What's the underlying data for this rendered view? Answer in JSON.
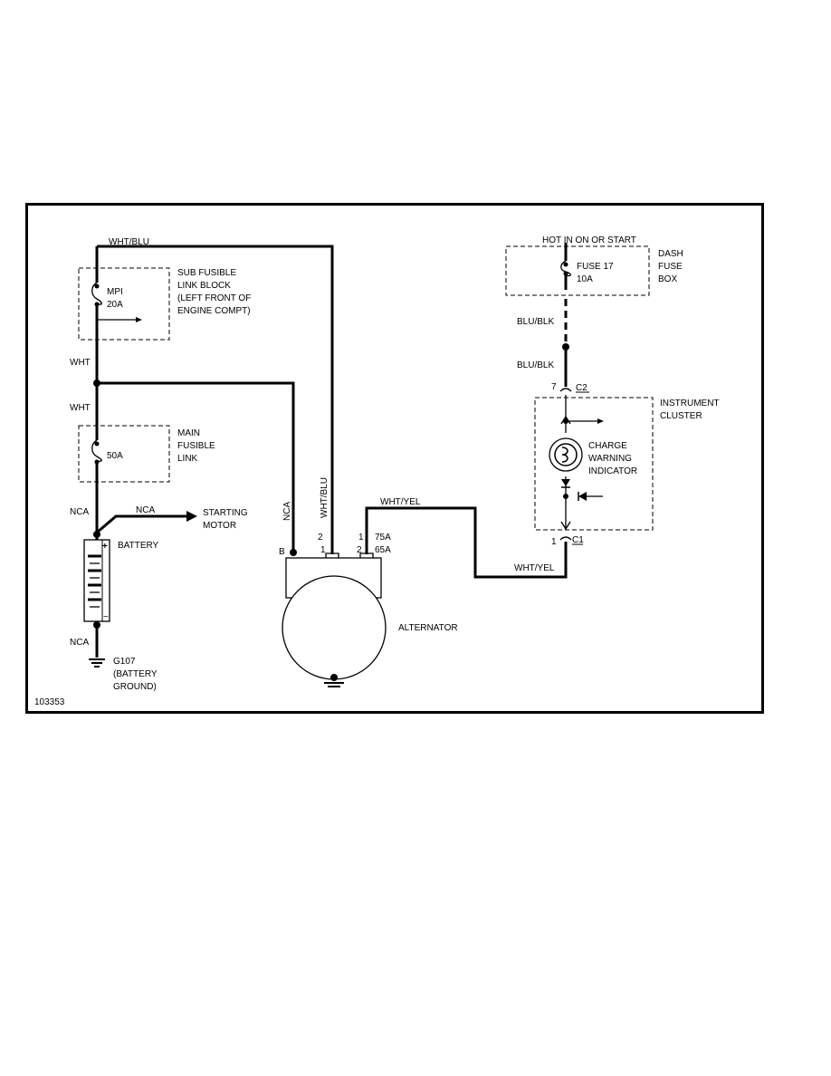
{
  "labels": {
    "wht_blu_top": "WHT/BLU",
    "sub_fusible": [
      "SUB FUSIBLE",
      "LINK BLOCK",
      "(LEFT FRONT OF",
      "ENGINE COMPT)"
    ],
    "mpi": "MPI",
    "mpi_amp": "20A",
    "wht_1": "WHT",
    "wht_2": "WHT",
    "main_fusible": [
      "MAIN",
      "FUSIBLE",
      "LINK"
    ],
    "main_amp": "50A",
    "nca_left": "NCA",
    "nca_mid": "NCA",
    "starting_motor": [
      "STARTING",
      "MOTOR"
    ],
    "battery": "BATTERY",
    "plus": "+",
    "minus": "−",
    "nca_bottom": "NCA",
    "ground": [
      "G107",
      "(BATTERY",
      "GROUND)"
    ],
    "nca_vertical": "NCA",
    "wht_blu_vertical": "WHT/BLU",
    "b_term": "B",
    "pin2_left": "2",
    "pin1_left": "1",
    "pin1_right": "1",
    "pin2_right": "2",
    "amp_75": "75A",
    "amp_65": "65A",
    "alternator": "ALTERNATOR",
    "wht_yel_top": "WHT/YEL",
    "wht_yel_bottom": "WHT/YEL",
    "hot_in": "HOT IN ON OR START",
    "dash_fuse": [
      "DASH",
      "FUSE",
      "BOX"
    ],
    "fuse17": "FUSE 17",
    "fuse17_amp": "10A",
    "blu_blk_1": "BLU/BLK",
    "blu_blk_2": "BLU/BLK",
    "pin7": "7",
    "c2": "C2",
    "instrument_cluster": [
      "INSTRUMENT",
      "CLUSTER"
    ],
    "charge_warning": [
      "CHARGE",
      "WARNING",
      "INDICATOR"
    ],
    "pin1_cluster": "1",
    "c1": "C1",
    "figure_id": "103353"
  }
}
